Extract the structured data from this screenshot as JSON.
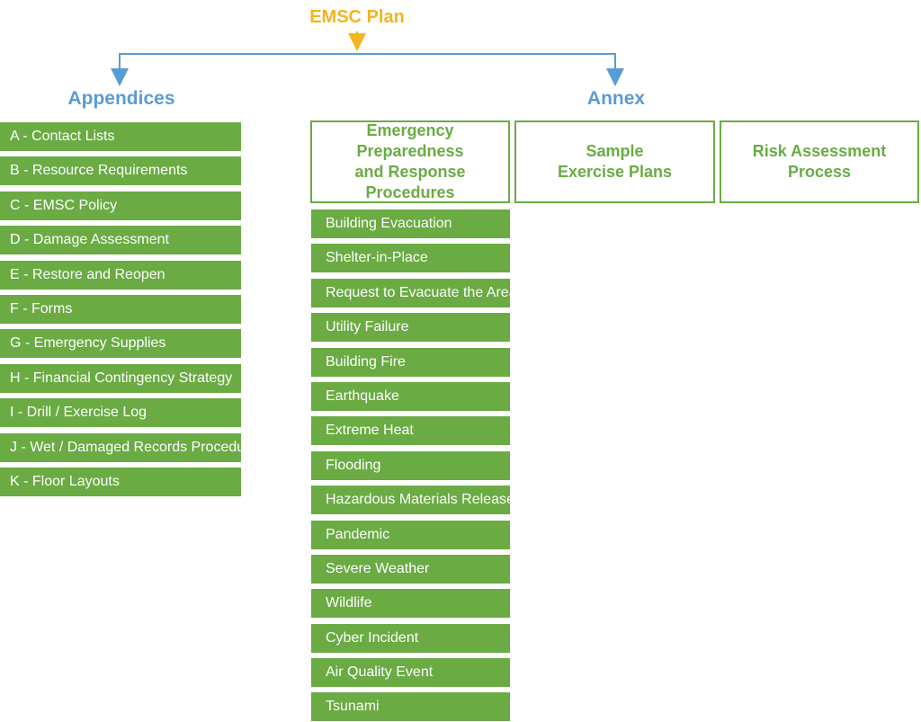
{
  "root": {
    "title": "EMSC Plan"
  },
  "colors": {
    "root_title": "#f2b51d",
    "connector": "#5b9bd5",
    "heading": "#5b9bd5",
    "green": "#6aab43",
    "item_text": "#ffffff"
  },
  "appendices": {
    "title": "Appendices",
    "items": [
      "A - Contact Lists",
      "B - Resource Requirements",
      "C - EMSC Policy",
      "D - Damage Assessment",
      "E - Restore and Reopen",
      "F - Forms",
      "G - Emergency Supplies",
      "H - Financial Contingency Strategy",
      "I - Drill / Exercise Log",
      "J - Wet / Damaged Records Procedures",
      "K - Floor Layouts"
    ]
  },
  "annex": {
    "title": "Annex",
    "boxes": [
      "Emergency Preparedness\nand Response\nProcedures",
      "Sample\nExercise Plans",
      "Risk Assessment\nProcess"
    ],
    "procedures": [
      "Building Evacuation",
      "Shelter-in-Place",
      "Request to Evacuate the Area",
      "Utility Failure",
      "Building Fire",
      "Earthquake",
      "Extreme Heat",
      "Flooding",
      "Hazardous Materials Release",
      "Pandemic",
      "Severe Weather",
      "Wildlife",
      "Cyber Incident",
      "Air Quality Event",
      "Tsunami"
    ]
  }
}
